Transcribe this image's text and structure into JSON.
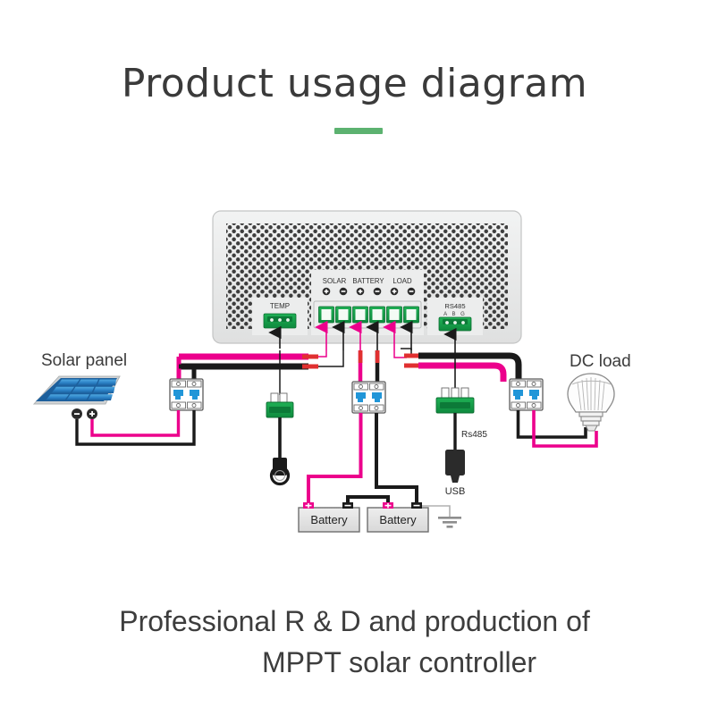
{
  "page": {
    "title": "Product usage diagram",
    "accent_color": "#5cb270",
    "background": "#ffffff"
  },
  "footer": {
    "line1": "Professional R & D and production of",
    "line2": "MPPT solar controller"
  },
  "diagram": {
    "type": "wiring-diagram",
    "subject": "MPPT solar charge controller usage diagram",
    "wire_colors": {
      "positive": "#ec008c",
      "negative": "#1a1a1a",
      "ferrule": "#e03030",
      "ground": "#b8b8b8"
    },
    "controller": {
      "name": "MPPT solar controller",
      "body_color": "#e9eaea",
      "vent_color": "#2b2b2b",
      "connectors": {
        "temp": {
          "label": "TEMP",
          "pins": 3,
          "color": "#17a04a"
        },
        "rs485": {
          "label": "RS485",
          "pin_labels": "A  B  G",
          "pins": 3,
          "color": "#17a04a"
        }
      },
      "terminal_groups": [
        {
          "label": "SOLAR",
          "pins": [
            "+",
            "-"
          ]
        },
        {
          "label": "BATTERY",
          "pins": [
            "+",
            "-"
          ]
        },
        {
          "label": "LOAD",
          "pins": [
            "+",
            "-"
          ]
        }
      ],
      "terminal_count": 6,
      "terminal_color": "#17a04a"
    },
    "components": [
      {
        "id": "solar-panel",
        "label": "Solar panel",
        "terminals": [
          "-",
          "+"
        ],
        "cells": 9,
        "cell_color": "#2a7fc4"
      },
      {
        "id": "dc-load",
        "label": "DC load",
        "kind": "led-bulb"
      },
      {
        "id": "battery-1",
        "label": "Battery",
        "terminals": [
          "+",
          "-"
        ]
      },
      {
        "id": "battery-2",
        "label": "Battery",
        "terminals": [
          "+",
          "-"
        ]
      },
      {
        "id": "rs485-usb-adapter",
        "label_cable": "Rs485",
        "label_plug": "USB"
      },
      {
        "id": "temperature-sensor",
        "kind": "ring-lug-probe"
      },
      {
        "id": "earth-ground",
        "kind": "ground-symbol"
      }
    ],
    "breakers": [
      {
        "id": "breaker-solar",
        "poles": 2,
        "lever_color": "#2196d8"
      },
      {
        "id": "breaker-battery",
        "poles": 2,
        "lever_color": "#2196d8"
      },
      {
        "id": "breaker-load",
        "poles": 2,
        "lever_color": "#2196d8"
      }
    ]
  }
}
